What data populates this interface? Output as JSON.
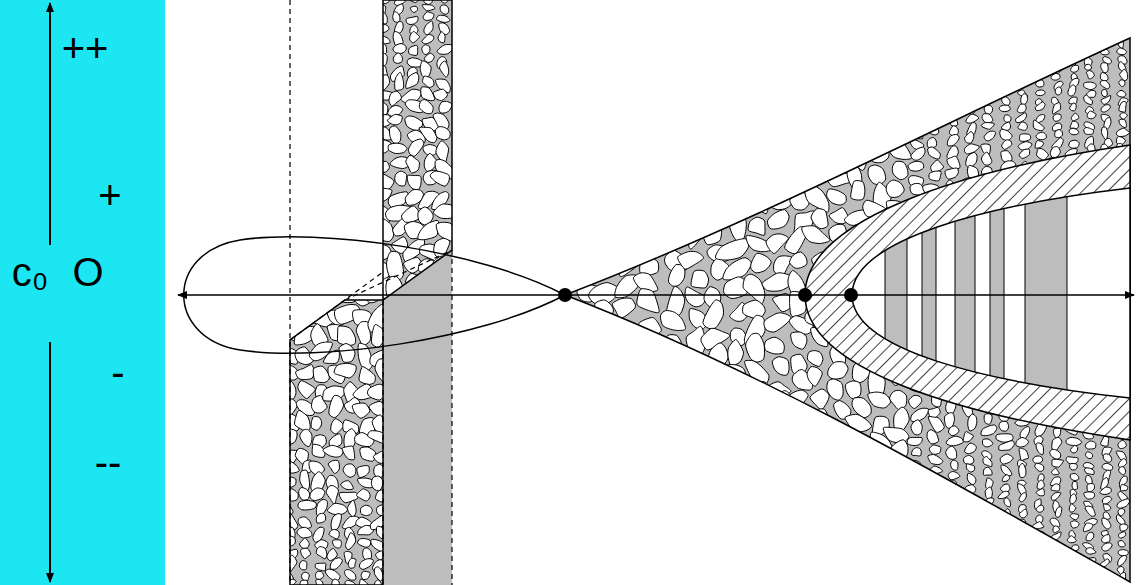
{
  "diagram": {
    "labels": [
      "++",
      "+",
      "c₀",
      "O",
      "-",
      "--"
    ]
  }
}
